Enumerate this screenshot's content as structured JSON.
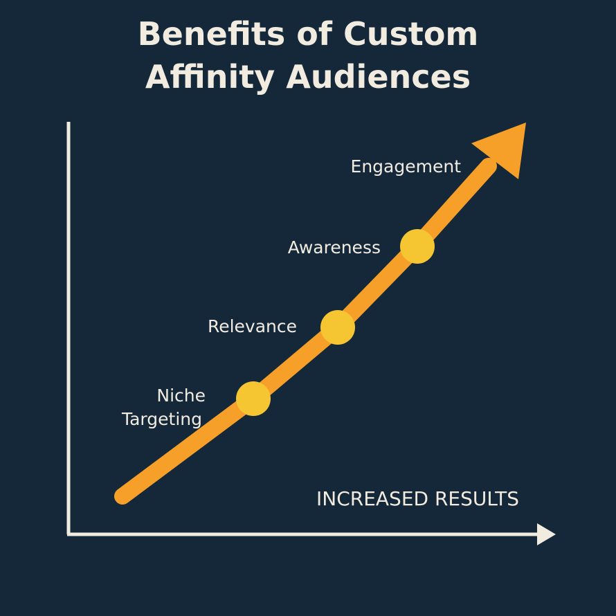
{
  "title": {
    "line1": "Benefits of Custom",
    "line2": "Affinity Audiences"
  },
  "axis": {
    "x_label": "INCREASED RESULTS"
  },
  "stages": [
    {
      "label_lines": [
        "Niche",
        "Targeting"
      ]
    },
    {
      "label_lines": [
        "Relevance"
      ]
    },
    {
      "label_lines": [
        "Awareness"
      ]
    },
    {
      "label_lines": [
        "Engagement"
      ]
    }
  ],
  "colors": {
    "background": "#14283a",
    "text": "#f1ebe0",
    "arrow": "#f6a02a",
    "milestone": "#f6c532",
    "axis": "#f1ebe0"
  }
}
